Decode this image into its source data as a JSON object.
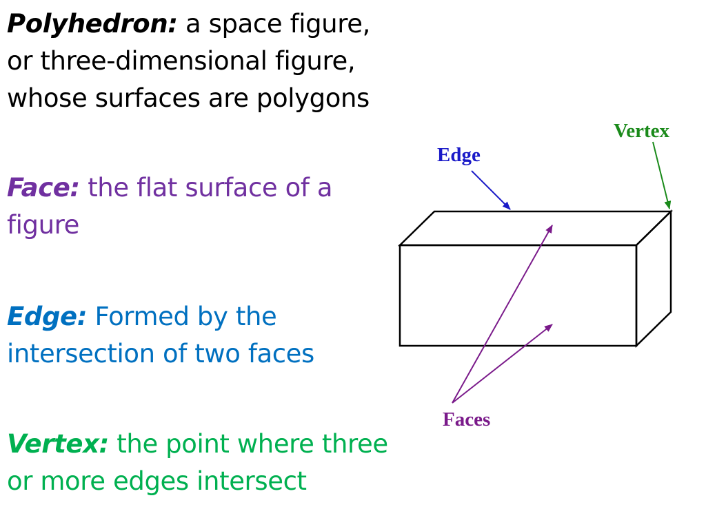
{
  "definitions": {
    "polyhedron": {
      "term": "Polyhedron:",
      "text": " a space figure, or three-dimensional figure, whose surfaces are polygons",
      "color": "#000000"
    },
    "face": {
      "term": "Face:",
      "text": " the flat surface of a figure",
      "color": "#7030a0"
    },
    "edge": {
      "term": "Edge:",
      "text": " Formed by the intersection of two faces",
      "color": "#0070c0"
    },
    "vertex": {
      "term": "Vertex:",
      "text": " the point where three or more edges intersect",
      "color": "#00b050"
    }
  },
  "diagram": {
    "labels": {
      "edge": "Edge",
      "vertex": "Vertex",
      "faces": "Faces"
    },
    "colors": {
      "edge": "#1a1ac8",
      "vertex": "#1a8a1a",
      "faces": "#7a1a8a",
      "outline": "#000000"
    }
  }
}
